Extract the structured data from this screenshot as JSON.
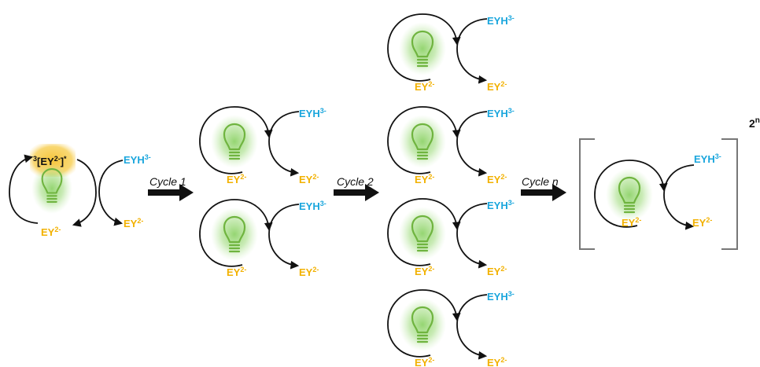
{
  "labels": {
    "eyh_base": "EYH",
    "eyh_sup": "3-",
    "ey_base": "EY",
    "ey_sup": "2-",
    "excited_pre": "3",
    "excited_core": "[EY",
    "excited_sup": "2-",
    "excited_close": "]",
    "excited_star": "*",
    "power_base": "2",
    "power_sup": "n"
  },
  "cycles": {
    "c1": "Cycle 1",
    "c2": "Cycle 2",
    "cn": "Cycle n"
  },
  "colors": {
    "eyh": "#1aa6dd",
    "ey": "#f2b100",
    "bulb": "#6fb43f",
    "glow": "#8fd36a",
    "highlight": "#f6c53a"
  },
  "icons": {
    "bulb": "lightbulb-icon",
    "arrow": "arrow-right-icon"
  }
}
